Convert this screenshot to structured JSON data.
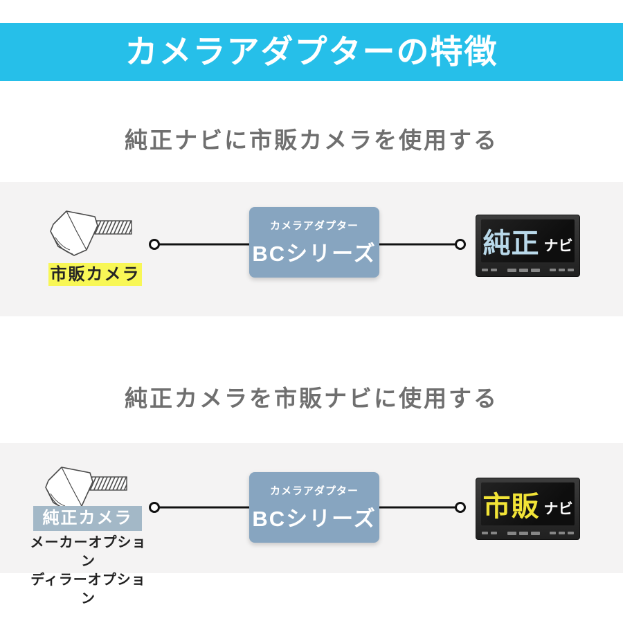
{
  "header": {
    "title": "カメラアダプターの特徴"
  },
  "sections": [
    {
      "title": "純正ナビに市販カメラを使用する",
      "camera": {
        "label": "市販カメラ"
      },
      "adapter": {
        "subtitle": "カメラアダプター",
        "name": "BCシリーズ"
      },
      "navi": {
        "word": "純正",
        "suffix": "ナビ",
        "word_color": "#b9d9ea"
      }
    },
    {
      "title": "純正カメラを市販ナビに使用する",
      "camera": {
        "label": "純正カメラ",
        "notes": [
          "メーカーオプション",
          "ディラーオプション"
        ]
      },
      "adapter": {
        "subtitle": "カメラアダプター",
        "name": "BCシリーズ"
      },
      "navi": {
        "word": "市販",
        "suffix": "ナビ",
        "word_color": "#f2e437"
      }
    }
  ],
  "colors": {
    "header_bg": "#26bfe9",
    "band_bg": "#f4f3f3",
    "adapter_bg": "#87a5c0",
    "aftermarket_label_bg": "#f8f756",
    "oem_label_bg": "#a3b8c7",
    "section_title_text": "#6f6f6f",
    "monitor_frame": "#2e2e2e",
    "screen_bg": "#141414",
    "navi_oem_text": "#b9d9ea",
    "navi_aftermarket_text": "#f2e437"
  }
}
